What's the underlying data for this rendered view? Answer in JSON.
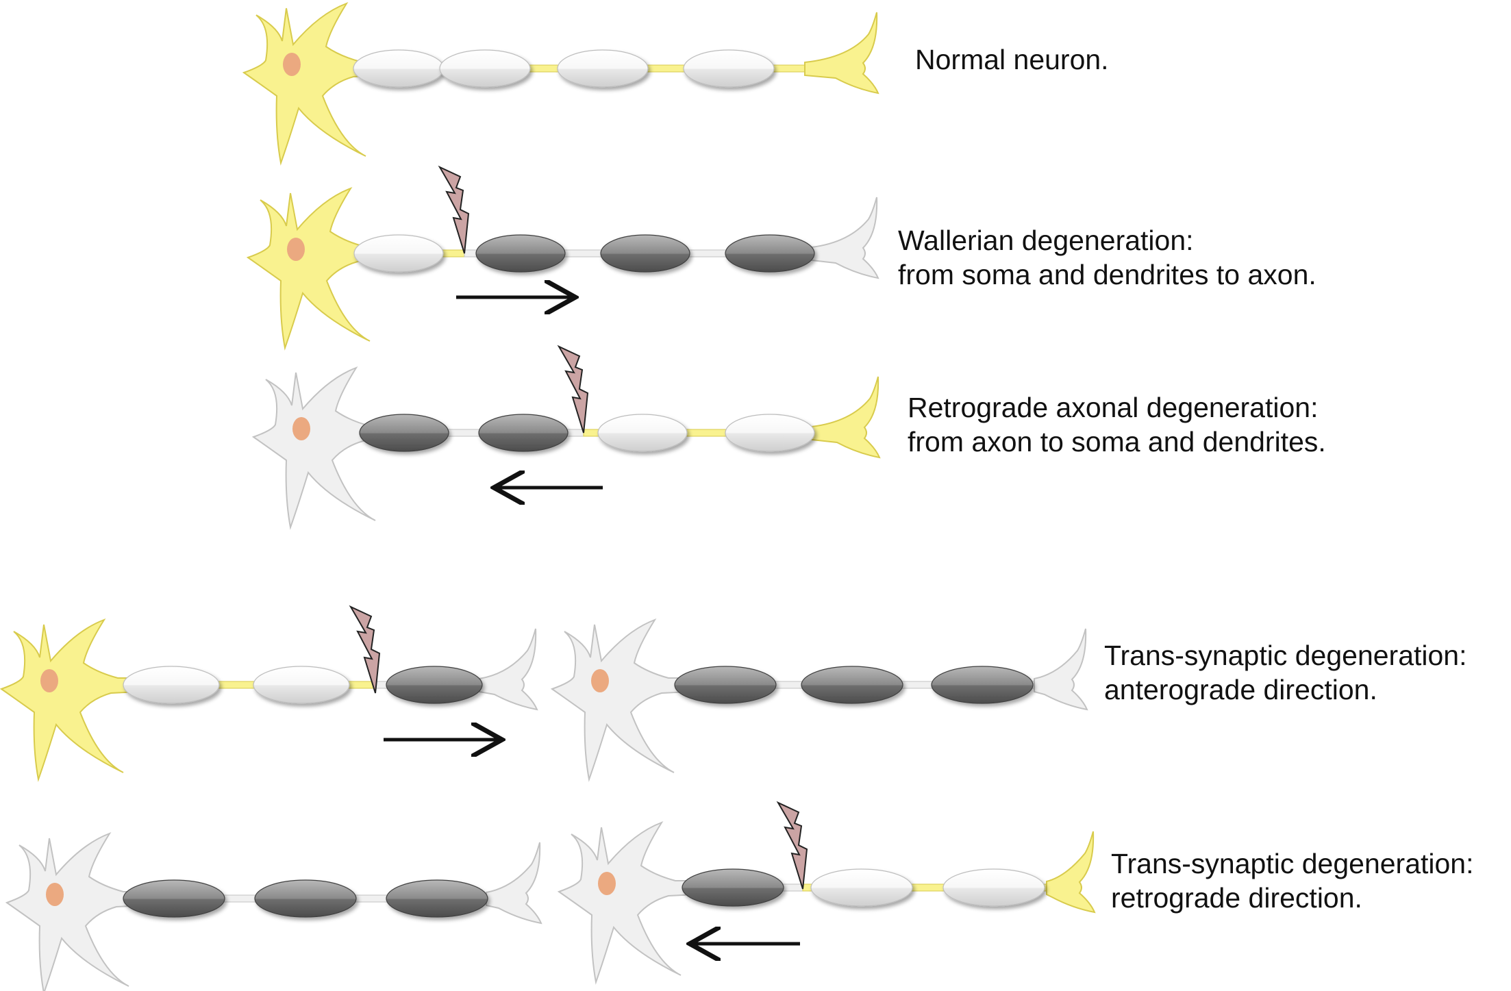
{
  "colors": {
    "healthy_fill": "#f9f28f",
    "healthy_stroke": "#d8cb4c",
    "degenerated_fill": "#f0f0f0",
    "degenerated_stroke": "#c2c2c2",
    "nucleus": "#eba980",
    "myelin_healthy_top": "#ffffff",
    "myelin_healthy_bottom": "#d9d9d9",
    "myelin_degenerated_top": "#a5a5a5",
    "myelin_degenerated_bottom": "#555555",
    "lesion_fill": "#cba4a4",
    "lesion_stroke": "#222222",
    "arrow": "#111111"
  },
  "captions": {
    "normal": [
      "Normal neuron."
    ],
    "wallerian": [
      "Wallerian degeneration:",
      "from soma and dendrites to axon."
    ],
    "retrograde_axonal": [
      "Retrograde axonal degeneration:",
      "from axon to soma and dendrites."
    ],
    "transsynaptic_anterograde": [
      "Trans-synaptic degeneration:",
      "anterograde direction."
    ],
    "transsynaptic_retrograde": [
      "Trans-synaptic degeneration:",
      "retrograde direction."
    ]
  },
  "panels": [
    {
      "id": "normal",
      "neurons": [
        {
          "soma": "healthy",
          "terminal": "healthy",
          "axon": "healthy",
          "segments": [
            "healthy",
            "healthy",
            "healthy",
            "healthy"
          ]
        }
      ],
      "lesion": false,
      "arrow": null
    },
    {
      "id": "wallerian",
      "neurons": [
        {
          "soma": "healthy",
          "terminal": "degenerated",
          "axon": "mixed",
          "segments": [
            "healthy",
            "degenerated",
            "degenerated",
            "degenerated"
          ]
        }
      ],
      "lesion": true,
      "arrow": "right"
    },
    {
      "id": "retrograde_axonal",
      "neurons": [
        {
          "soma": "degenerated",
          "terminal": "healthy",
          "axon": "mixed",
          "segments": [
            "degenerated",
            "degenerated",
            "healthy",
            "healthy"
          ]
        }
      ],
      "lesion": true,
      "arrow": "left"
    },
    {
      "id": "transsynaptic_anterograde",
      "neurons": [
        {
          "soma": "healthy",
          "terminal": "degenerated",
          "axon": "mixed",
          "segments": [
            "healthy",
            "healthy",
            "degenerated"
          ]
        },
        {
          "soma": "degenerated",
          "terminal": "degenerated",
          "axon": "degenerated",
          "segments": [
            "degenerated",
            "degenerated",
            "degenerated"
          ]
        }
      ],
      "lesion": true,
      "arrow": "right"
    },
    {
      "id": "transsynaptic_retrograde",
      "neurons": [
        {
          "soma": "degenerated",
          "terminal": "degenerated",
          "axon": "degenerated",
          "segments": [
            "degenerated",
            "degenerated",
            "degenerated"
          ]
        },
        {
          "soma": "degenerated",
          "terminal": "healthy",
          "axon": "mixed",
          "segments": [
            "degenerated",
            "healthy",
            "healthy"
          ]
        }
      ],
      "lesion": true,
      "arrow": "left"
    }
  ]
}
